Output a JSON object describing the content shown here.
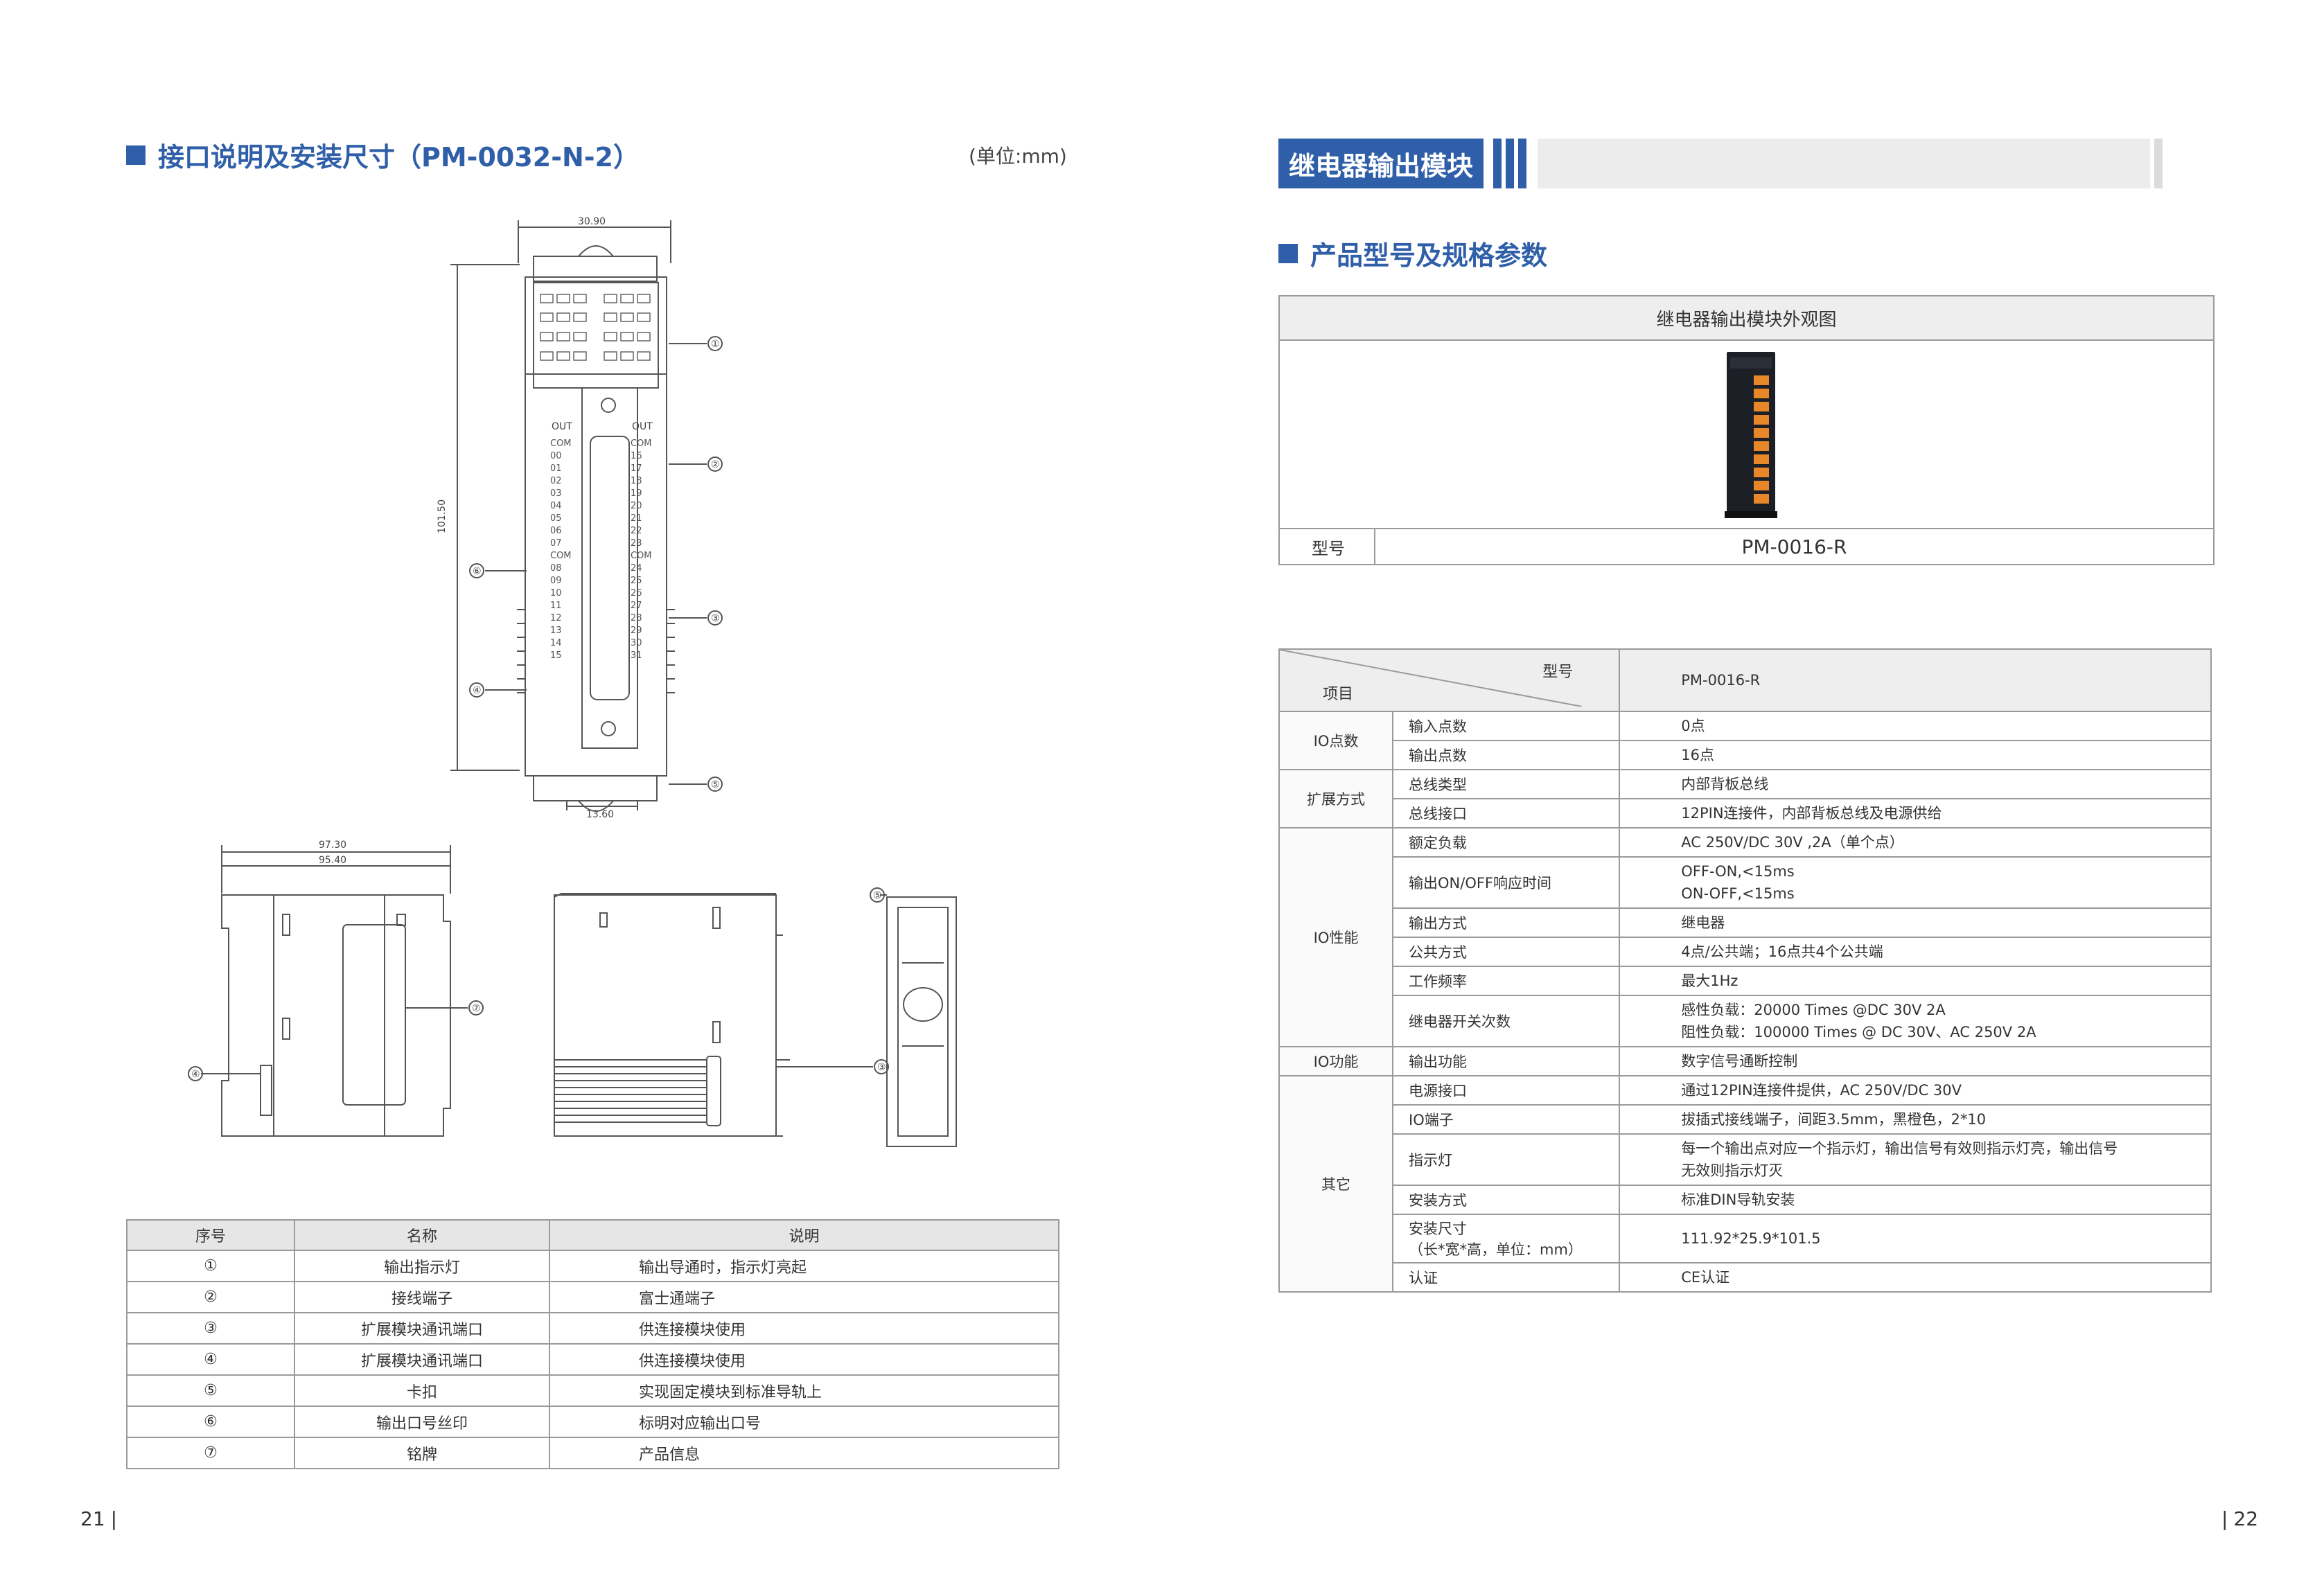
{
  "left_page": {
    "section_title": "接口说明及安装尺寸（PM-0032-N-2）",
    "unit_note": "(单位:mm)",
    "diagram": {
      "dim_width": "30.90",
      "dim_height": "101.50",
      "dim_bottom": "13.60",
      "dim_depth_outer": "97.30",
      "dim_depth_inner": "95.40",
      "label_out": "OUT",
      "label_com": "COM",
      "left_terminals": [
        "COM",
        "00",
        "01",
        "02",
        "03",
        "04",
        "05",
        "06",
        "07",
        "COM",
        "08",
        "09",
        "10",
        "11",
        "12",
        "13",
        "14",
        "15"
      ],
      "right_terminals": [
        "COM",
        "16",
        "17",
        "18",
        "19",
        "20",
        "21",
        "22",
        "23",
        "COM",
        "24",
        "25",
        "26",
        "27",
        "28",
        "29",
        "30",
        "31"
      ],
      "callouts": [
        "①",
        "②",
        "③",
        "④",
        "⑤",
        "⑥",
        "⑦"
      ]
    },
    "legend": {
      "headers": [
        "序号",
        "名称",
        "说明"
      ],
      "rows": [
        {
          "no": "①",
          "name": "输出指示灯",
          "desc": "输出导通时，指示灯亮起"
        },
        {
          "no": "②",
          "name": "接线端子",
          "desc": "富士通端子"
        },
        {
          "no": "③",
          "name": "扩展模块通讯端口",
          "desc": "供连接模块使用"
        },
        {
          "no": "④",
          "name": "扩展模块通讯端口",
          "desc": "供连接模块使用"
        },
        {
          "no": "⑤",
          "name": "卡扣",
          "desc": "实现固定模块到标准导轨上"
        },
        {
          "no": "⑥",
          "name": "输出口号丝印",
          "desc": "标明对应输出口号"
        },
        {
          "no": "⑦",
          "name": "铭牌",
          "desc": "产品信息"
        }
      ]
    },
    "page_number": "21"
  },
  "right_page": {
    "banner_title": "继电器输出模块",
    "section_title": "产品型号及规格参数",
    "photo_box": {
      "header": "继电器输出模块外观图",
      "model_key": "型号",
      "model_value": "PM-0016-R"
    },
    "spec": {
      "corner_top": "型号",
      "corner_bottom": "项目",
      "model": "PM-0016-R",
      "groups": [
        {
          "group": "IO点数",
          "rows": [
            {
              "name": "输入点数",
              "value": "0点"
            },
            {
              "name": "输出点数",
              "value": "16点"
            }
          ]
        },
        {
          "group": "扩展方式",
          "rows": [
            {
              "name": "总线类型",
              "value": "内部背板总线"
            },
            {
              "name": "总线接口",
              "value": "12PIN连接件，内部背板总线及电源供给"
            }
          ]
        },
        {
          "group": "IO性能",
          "rows": [
            {
              "name": "额定负载",
              "value": "AC 250V/DC 30V ,2A（单个点）"
            },
            {
              "name": "输出ON/OFF响应时间",
              "value": "OFF-ON,<15ms",
              "value2": "ON-OFF,<15ms"
            },
            {
              "name": "输出方式",
              "value": "继电器"
            },
            {
              "name": "公共方式",
              "value": "4点/公共端；16点共4个公共端"
            },
            {
              "name": "工作频率",
              "value": "最大1Hz"
            },
            {
              "name": "继电器开关次数",
              "value": "感性负载：20000 Times @DC 30V 2A",
              "value2": "阻性负载：100000 Times @ DC 30V、AC 250V 2A"
            }
          ]
        },
        {
          "group": "IO功能",
          "rows": [
            {
              "name": "输出功能",
              "value": "数字信号通断控制"
            }
          ]
        },
        {
          "group": "其它",
          "rows": [
            {
              "name": "电源接口",
              "value": "通过12PIN连接件提供，AC 250V/DC 30V"
            },
            {
              "name": "IO端子",
              "value": "拔插式接线端子，间距3.5mm，黑橙色，2*10"
            },
            {
              "name": "指示灯",
              "value": "每一个输出点对应一个指示灯，输出信号有效则指示灯亮，输出信号",
              "value2": "无效则指示灯灭"
            },
            {
              "name": "安装方式",
              "value": "标准DIN导轨安装"
            },
            {
              "name": "安装尺寸",
              "name2": "（长*宽*高，单位：mm）",
              "value": "111.92*25.9*101.5"
            },
            {
              "name": "认证",
              "value": "CE认证"
            }
          ]
        }
      ]
    },
    "page_number": "22"
  },
  "colors": {
    "accent": "#2f5fa8",
    "table_header": "#e6e6e6",
    "border": "#9a9a9a"
  }
}
